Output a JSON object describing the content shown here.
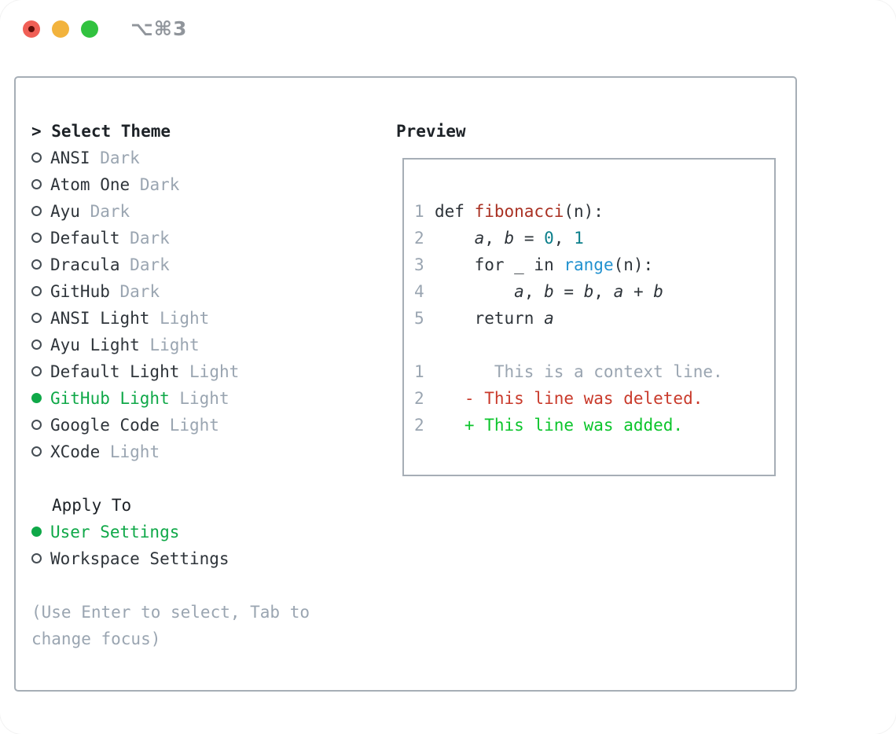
{
  "window": {
    "shortcut": "⌥⌘3"
  },
  "theme_panel": {
    "header": "> Select Theme",
    "items": [
      {
        "name": "ANSI",
        "variant": "Dark",
        "selected": false
      },
      {
        "name": "Atom One",
        "variant": "Dark",
        "selected": false
      },
      {
        "name": "Ayu",
        "variant": "Dark",
        "selected": false
      },
      {
        "name": "Default",
        "variant": "Dark",
        "selected": false
      },
      {
        "name": "Dracula",
        "variant": "Dark",
        "selected": false
      },
      {
        "name": "GitHub",
        "variant": "Dark",
        "selected": false
      },
      {
        "name": "ANSI Light",
        "variant": "Light",
        "selected": false
      },
      {
        "name": "Ayu Light",
        "variant": "Light",
        "selected": false
      },
      {
        "name": "Default Light",
        "variant": "Light",
        "selected": false
      },
      {
        "name": "GitHub Light",
        "variant": "Light",
        "selected": true
      },
      {
        "name": "Google Code",
        "variant": "Light",
        "selected": false
      },
      {
        "name": "XCode",
        "variant": "Light",
        "selected": false
      }
    ],
    "apply_to": {
      "header": "Apply To",
      "options": [
        {
          "label": "User Settings",
          "selected": true
        },
        {
          "label": "Workspace Settings",
          "selected": false
        }
      ]
    },
    "hint": "(Use Enter to select, Tab to change focus)"
  },
  "preview": {
    "title": "Preview",
    "lines": [
      {
        "num": "1",
        "tokens": [
          {
            "t": "def ",
            "c": "p"
          },
          {
            "t": "fibonacci",
            "c": "f"
          },
          {
            "t": "(n):",
            "c": "p"
          }
        ]
      },
      {
        "num": "2",
        "tokens": [
          {
            "t": "    ",
            "c": "p"
          },
          {
            "t": "a",
            "c": "v"
          },
          {
            "t": ", ",
            "c": "p"
          },
          {
            "t": "b",
            "c": "v"
          },
          {
            "t": " = ",
            "c": "p"
          },
          {
            "t": "0",
            "c": "n"
          },
          {
            "t": ", ",
            "c": "p"
          },
          {
            "t": "1",
            "c": "n"
          }
        ]
      },
      {
        "num": "3",
        "tokens": [
          {
            "t": "    for _ in ",
            "c": "p"
          },
          {
            "t": "range",
            "c": "b"
          },
          {
            "t": "(n):",
            "c": "p"
          }
        ]
      },
      {
        "num": "4",
        "tokens": [
          {
            "t": "        ",
            "c": "p"
          },
          {
            "t": "a",
            "c": "v"
          },
          {
            "t": ", ",
            "c": "p"
          },
          {
            "t": "b",
            "c": "v"
          },
          {
            "t": " = ",
            "c": "p"
          },
          {
            "t": "b",
            "c": "v"
          },
          {
            "t": ", ",
            "c": "p"
          },
          {
            "t": "a",
            "c": "v"
          },
          {
            "t": " + ",
            "c": "p"
          },
          {
            "t": "b",
            "c": "v"
          }
        ]
      },
      {
        "num": "5",
        "tokens": [
          {
            "t": "    return ",
            "c": "p"
          },
          {
            "t": "a",
            "c": "v"
          }
        ]
      },
      {
        "num": "",
        "tokens": []
      },
      {
        "num": "1",
        "tokens": [
          {
            "t": "      This is a context line.",
            "c": "c"
          }
        ]
      },
      {
        "num": "2",
        "tokens": [
          {
            "t": "   - This line was deleted.",
            "c": "d"
          }
        ]
      },
      {
        "num": "2",
        "tokens": [
          {
            "t": "   + This line was added.",
            "c": "a"
          }
        ]
      }
    ]
  },
  "colors": {
    "selection_green": "#0fa848",
    "added_green": "#0cc52c",
    "deleted_red": "#c93a2b",
    "function_red": "#a93123",
    "number_teal": "#0c7f8b",
    "builtin_blue": "#2191cf",
    "muted_gray": "#9aa5b1",
    "text_dark": "#2e343a",
    "border_gray": "#a6aeb6",
    "traffic_red": "#f05f56",
    "traffic_yellow": "#f2b33d",
    "traffic_green": "#31c23f"
  }
}
